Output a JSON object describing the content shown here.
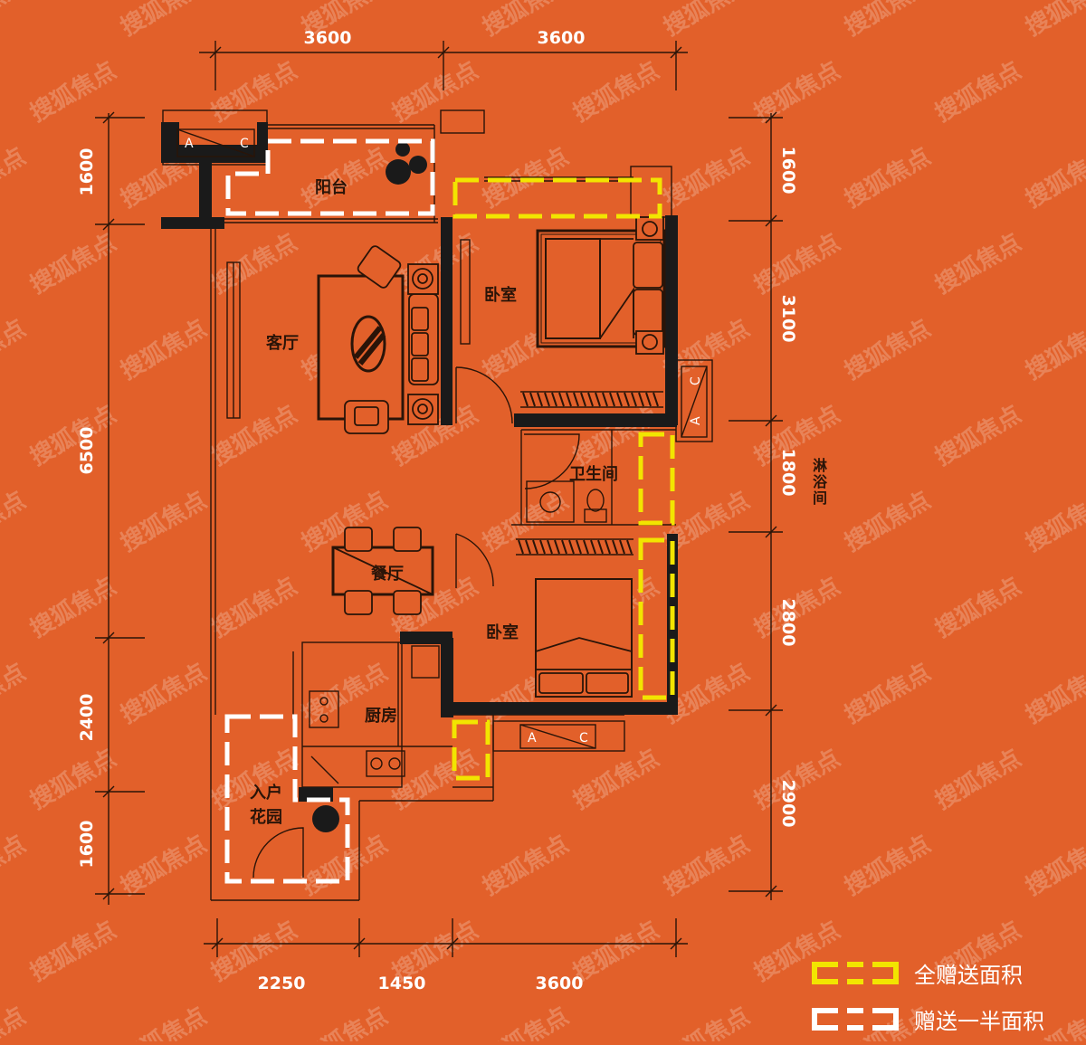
{
  "colors": {
    "background": "#E2602A",
    "wall": "#1A1A1A",
    "thin_line": "#2A1408",
    "furniture_fill": "#E2602A",
    "gift_full": "#F2E500",
    "gift_half": "#FFFFFF"
  },
  "dimensions": {
    "top": [
      "3600",
      "3600"
    ],
    "bottom": [
      "2250",
      "1450",
      "3600"
    ],
    "left": [
      "1600",
      "6500",
      "2400",
      "1600"
    ],
    "right": [
      "1600",
      "3100",
      "1800",
      "2800",
      "2900"
    ]
  },
  "rooms": {
    "balcony": "阳台",
    "living_room": "客厅",
    "master_bedroom": "卧室",
    "bathroom": "卫生间",
    "shower": "淋浴间",
    "dining_room": "餐厅",
    "second_bedroom": "卧室",
    "kitchen": "厨房",
    "entry_garden_line1": "入户",
    "entry_garden_line2": "花园"
  },
  "ac_units": [
    {
      "left": "A",
      "right": "C"
    },
    {
      "left": "A",
      "right": "C"
    },
    {
      "left": "A",
      "right": "C"
    }
  ],
  "legend": {
    "full_gift": "全赠送面积",
    "half_gift": "赠送一半面积"
  },
  "watermark": "搜狐焦点"
}
